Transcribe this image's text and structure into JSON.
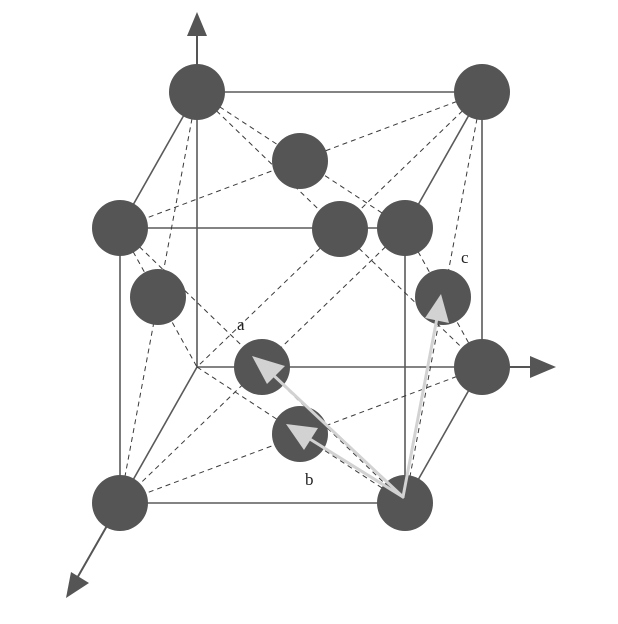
{
  "labels": {
    "a": "a",
    "b": "b",
    "c": "c"
  },
  "colors": {
    "atom": "#555555",
    "cube_edge": "#5a5a5a",
    "dashed_line": "#3a3a3a",
    "axis_arrow": "#555555",
    "vector_arrow": "#d2d2d2",
    "label_text": "#222222",
    "background": "#ffffff"
  }
}
